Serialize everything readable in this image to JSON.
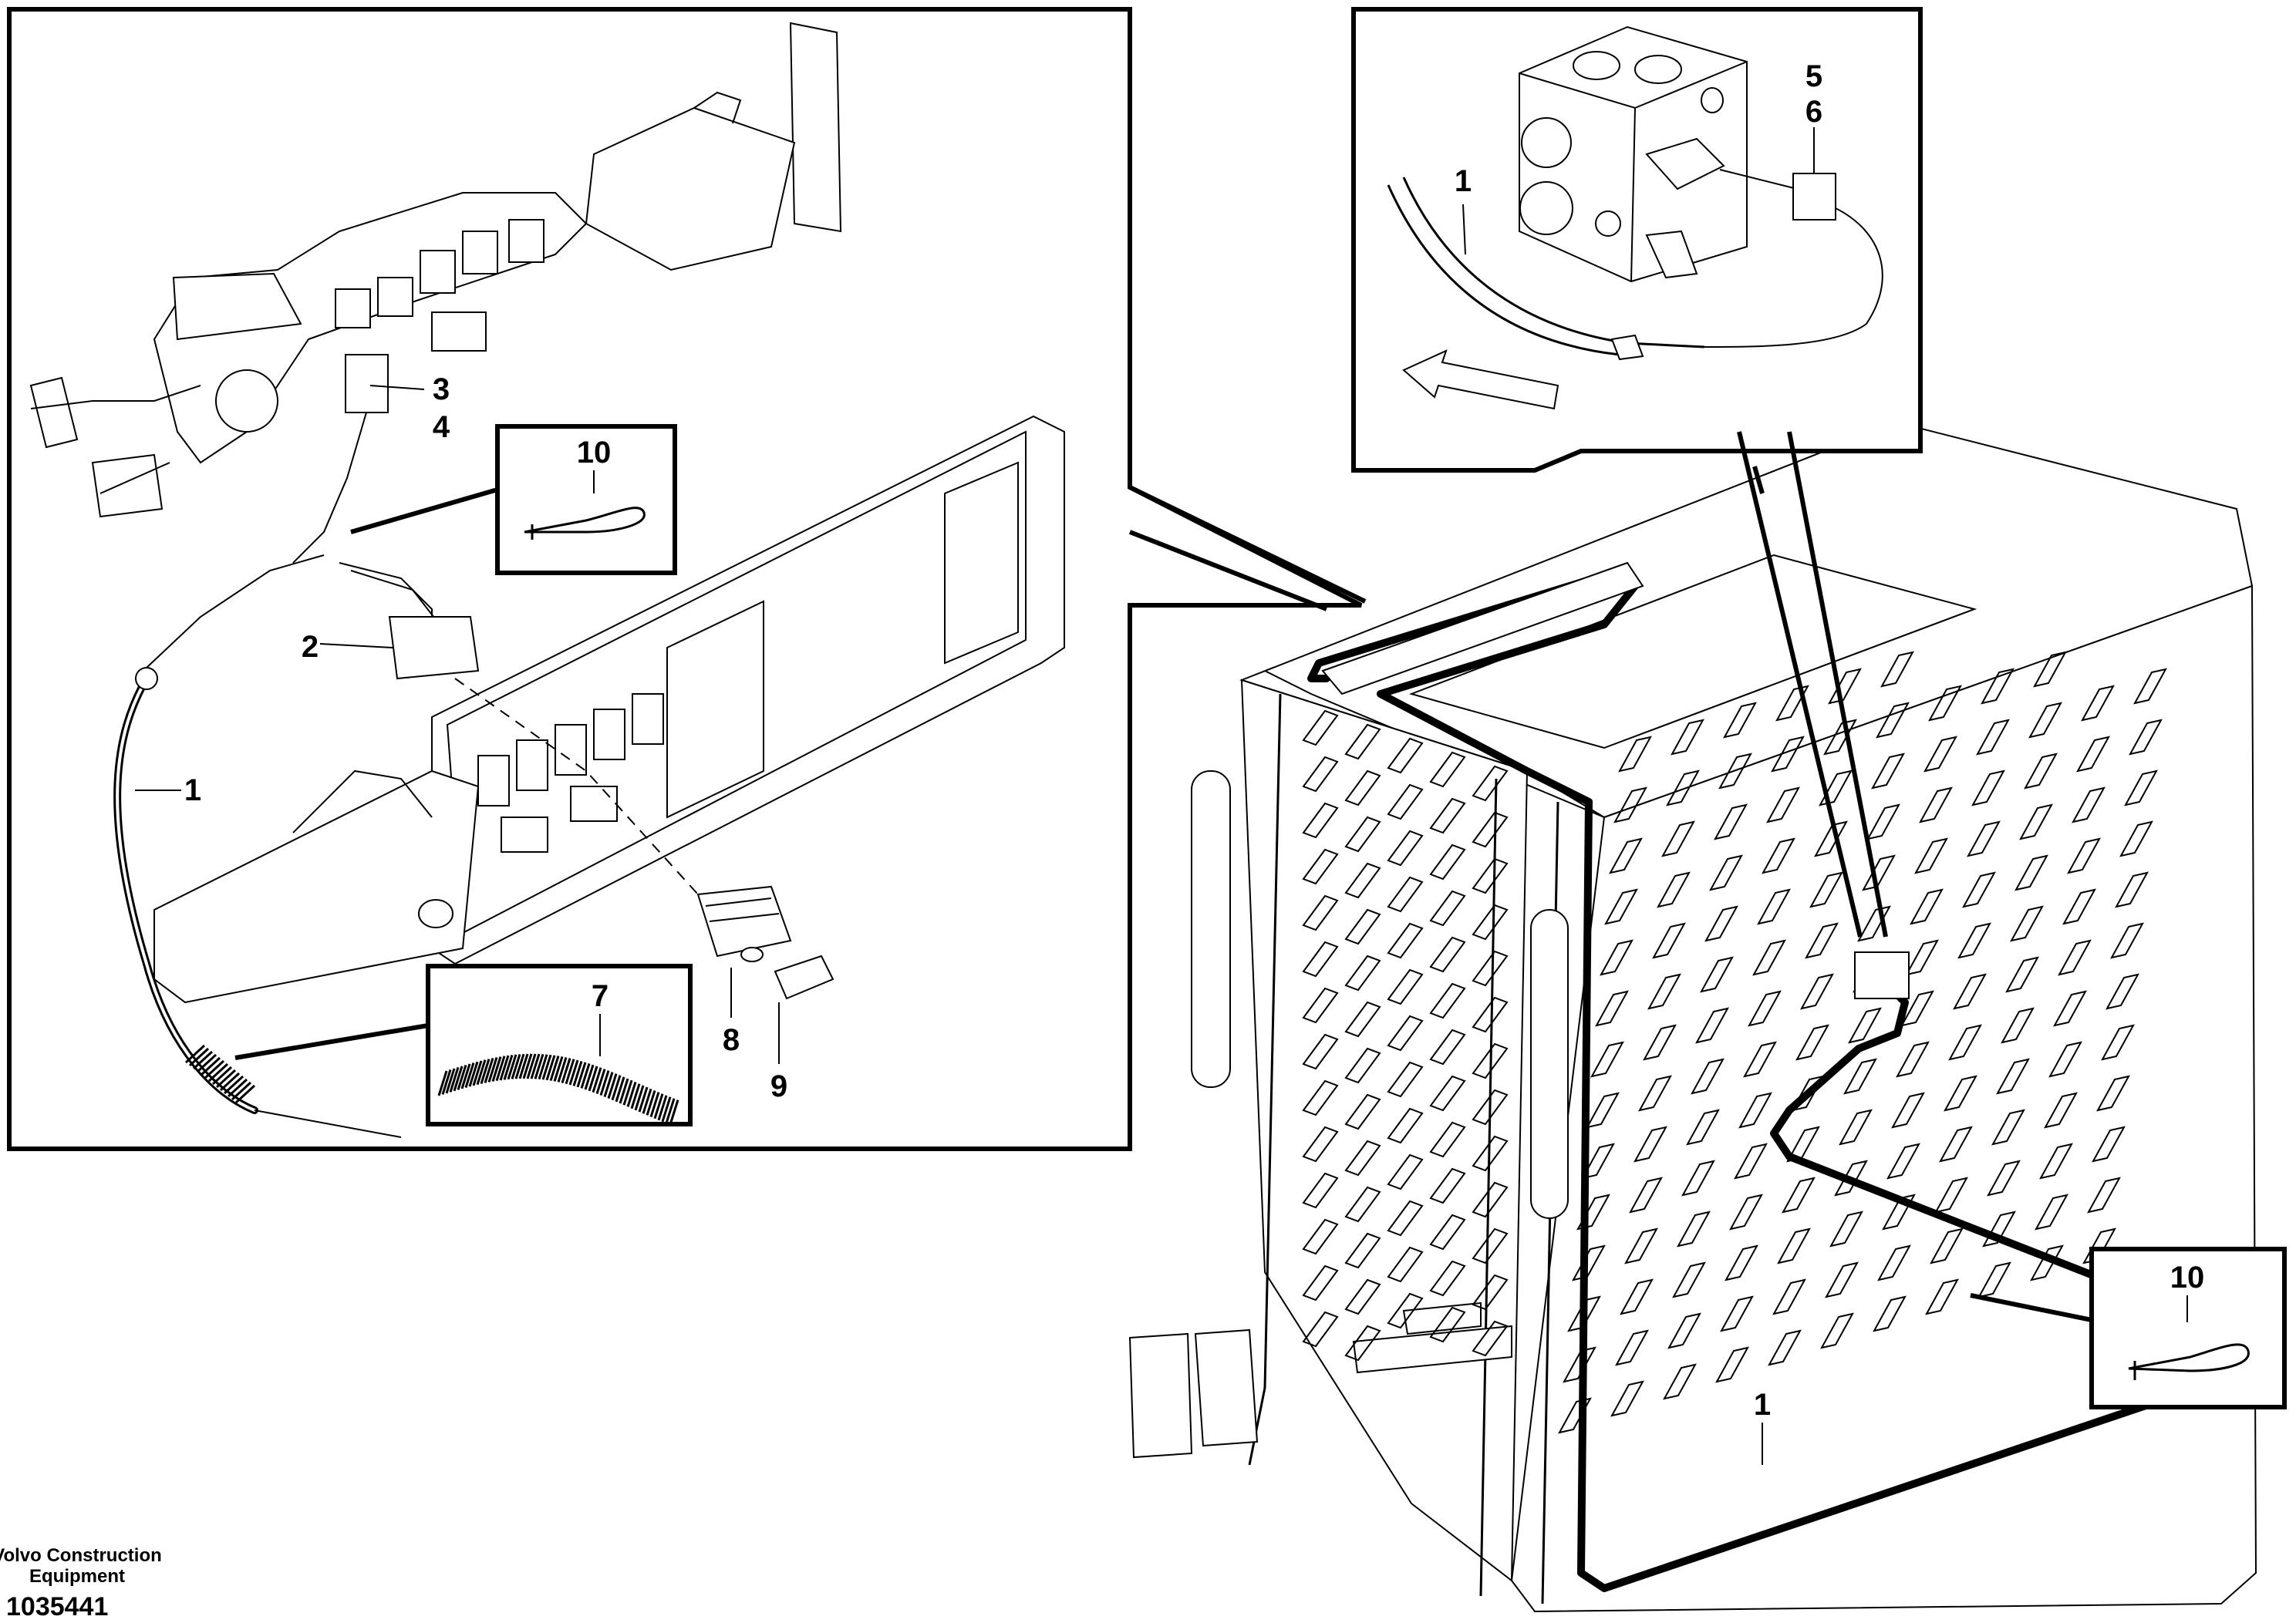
{
  "callouts": {
    "c1_top": "1",
    "c5": "5",
    "c6": "6",
    "c3": "3",
    "c4": "4",
    "c10_left": "10",
    "c2": "2",
    "c1_left": "1",
    "c7": "7",
    "c8": "8",
    "c9": "9",
    "c1_bottom": "1",
    "c10_right": "10"
  },
  "footer": {
    "brand_line1": "Volvo Construction",
    "brand_line2": "Equipment",
    "drawing_number": "1035441"
  }
}
